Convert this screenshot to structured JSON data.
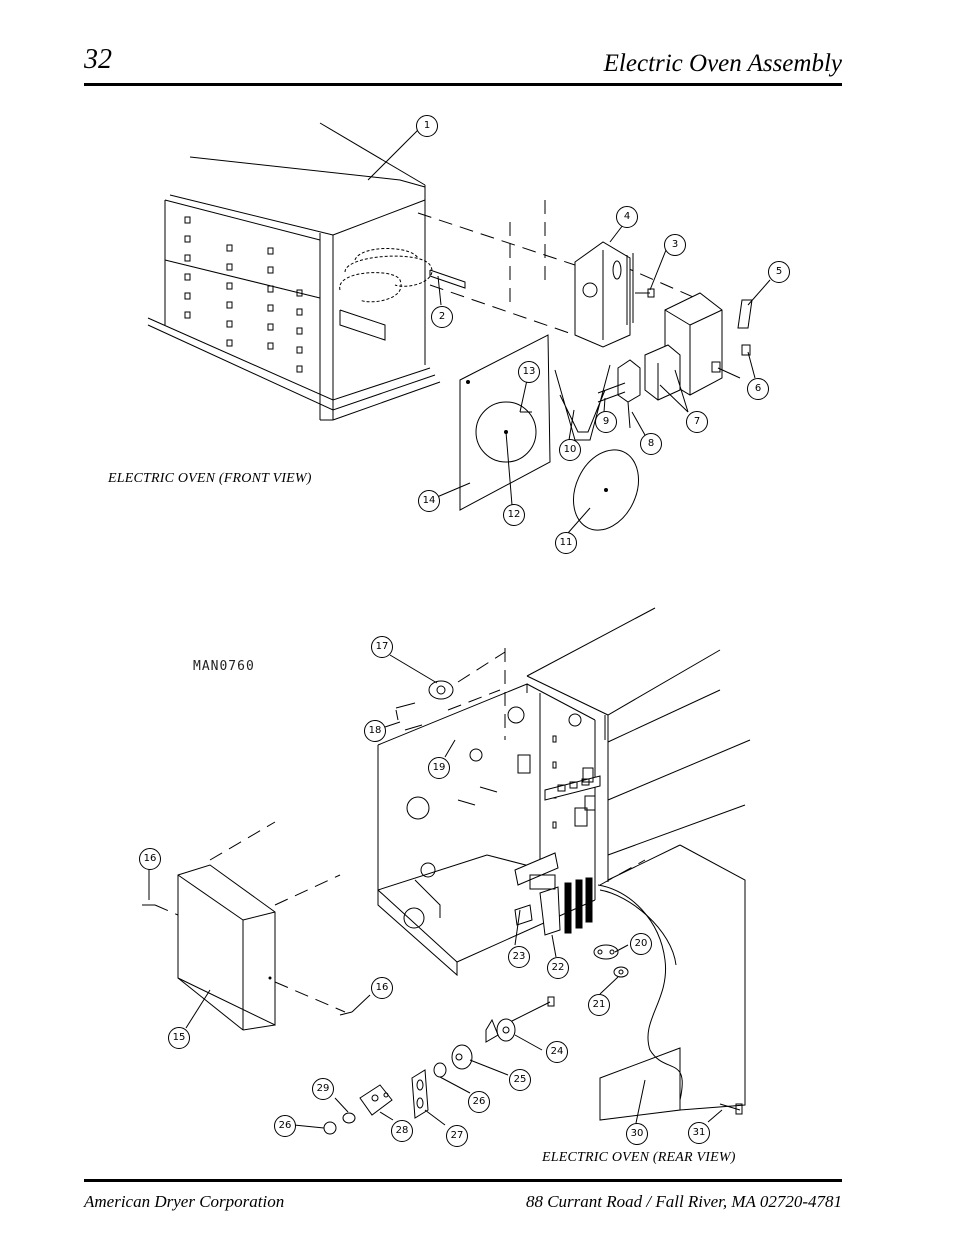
{
  "header": {
    "page_number": "32",
    "title": "Electric Oven Assembly"
  },
  "drawing_number": "MAN0760",
  "captions": {
    "front": "ELECTRIC OVEN (FRONT VIEW)",
    "rear": "ELECTRIC OVEN (REAR VIEW)"
  },
  "footer": {
    "company": "American Dryer Corporation",
    "address": "88 Currant Road / Fall River, MA 02720-4781"
  },
  "callouts": [
    {
      "id": "c1",
      "label": "1"
    },
    {
      "id": "c2",
      "label": "2"
    },
    {
      "id": "c3",
      "label": "3"
    },
    {
      "id": "c4",
      "label": "4"
    },
    {
      "id": "c5",
      "label": "5"
    },
    {
      "id": "c6",
      "label": "6"
    },
    {
      "id": "c7",
      "label": "7"
    },
    {
      "id": "c8",
      "label": "8"
    },
    {
      "id": "c9",
      "label": "9"
    },
    {
      "id": "c10",
      "label": "10"
    },
    {
      "id": "c11",
      "label": "11"
    },
    {
      "id": "c12",
      "label": "12"
    },
    {
      "id": "c13",
      "label": "13"
    },
    {
      "id": "c14",
      "label": "14"
    },
    {
      "id": "c15",
      "label": "15"
    },
    {
      "id": "c16a",
      "label": "16"
    },
    {
      "id": "c16b",
      "label": "16"
    },
    {
      "id": "c17",
      "label": "17"
    },
    {
      "id": "c18",
      "label": "18"
    },
    {
      "id": "c19",
      "label": "19"
    },
    {
      "id": "c20",
      "label": "20"
    },
    {
      "id": "c21",
      "label": "21"
    },
    {
      "id": "c22",
      "label": "22"
    },
    {
      "id": "c23",
      "label": "23"
    },
    {
      "id": "c24",
      "label": "24"
    },
    {
      "id": "c25",
      "label": "25"
    },
    {
      "id": "c26a",
      "label": "26"
    },
    {
      "id": "c26b",
      "label": "26"
    },
    {
      "id": "c27",
      "label": "27"
    },
    {
      "id": "c28",
      "label": "28"
    },
    {
      "id": "c29",
      "label": "29"
    },
    {
      "id": "c30",
      "label": "30"
    },
    {
      "id": "c31",
      "label": "31"
    }
  ]
}
